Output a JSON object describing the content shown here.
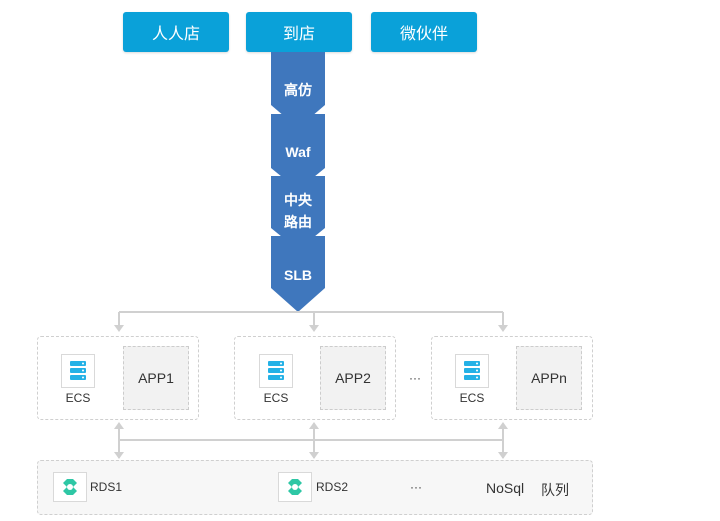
{
  "entries": [
    "人人店",
    "到店",
    "微伙伴"
  ],
  "pipeline": [
    {
      "label": "高仿",
      "color": "#3f77bd"
    },
    {
      "label": "Waf",
      "color": "#3f77bd"
    },
    {
      "label": "中央\n路由",
      "color": "#3f77bd"
    },
    {
      "label": "SLB",
      "color": "#3f77bd"
    }
  ],
  "servers": [
    {
      "host": "ECS",
      "app": "APP1"
    },
    {
      "host": "ECS",
      "app": "APP2"
    },
    {
      "host": "ECS",
      "app": "APPn"
    }
  ],
  "server_ellipsis": "···",
  "storage": {
    "rds1": "RDS1",
    "rds2": "RDS2",
    "ellipsis": "···",
    "nosql": "NoSql",
    "queue": "队列"
  },
  "colors": {
    "entry_bg": "#0aa1d9",
    "pipeline": "#3f77bd",
    "ecs_icon": "#24b1e6",
    "rds_icon": "#2ec7a5",
    "connector": "#d0d0d0"
  }
}
